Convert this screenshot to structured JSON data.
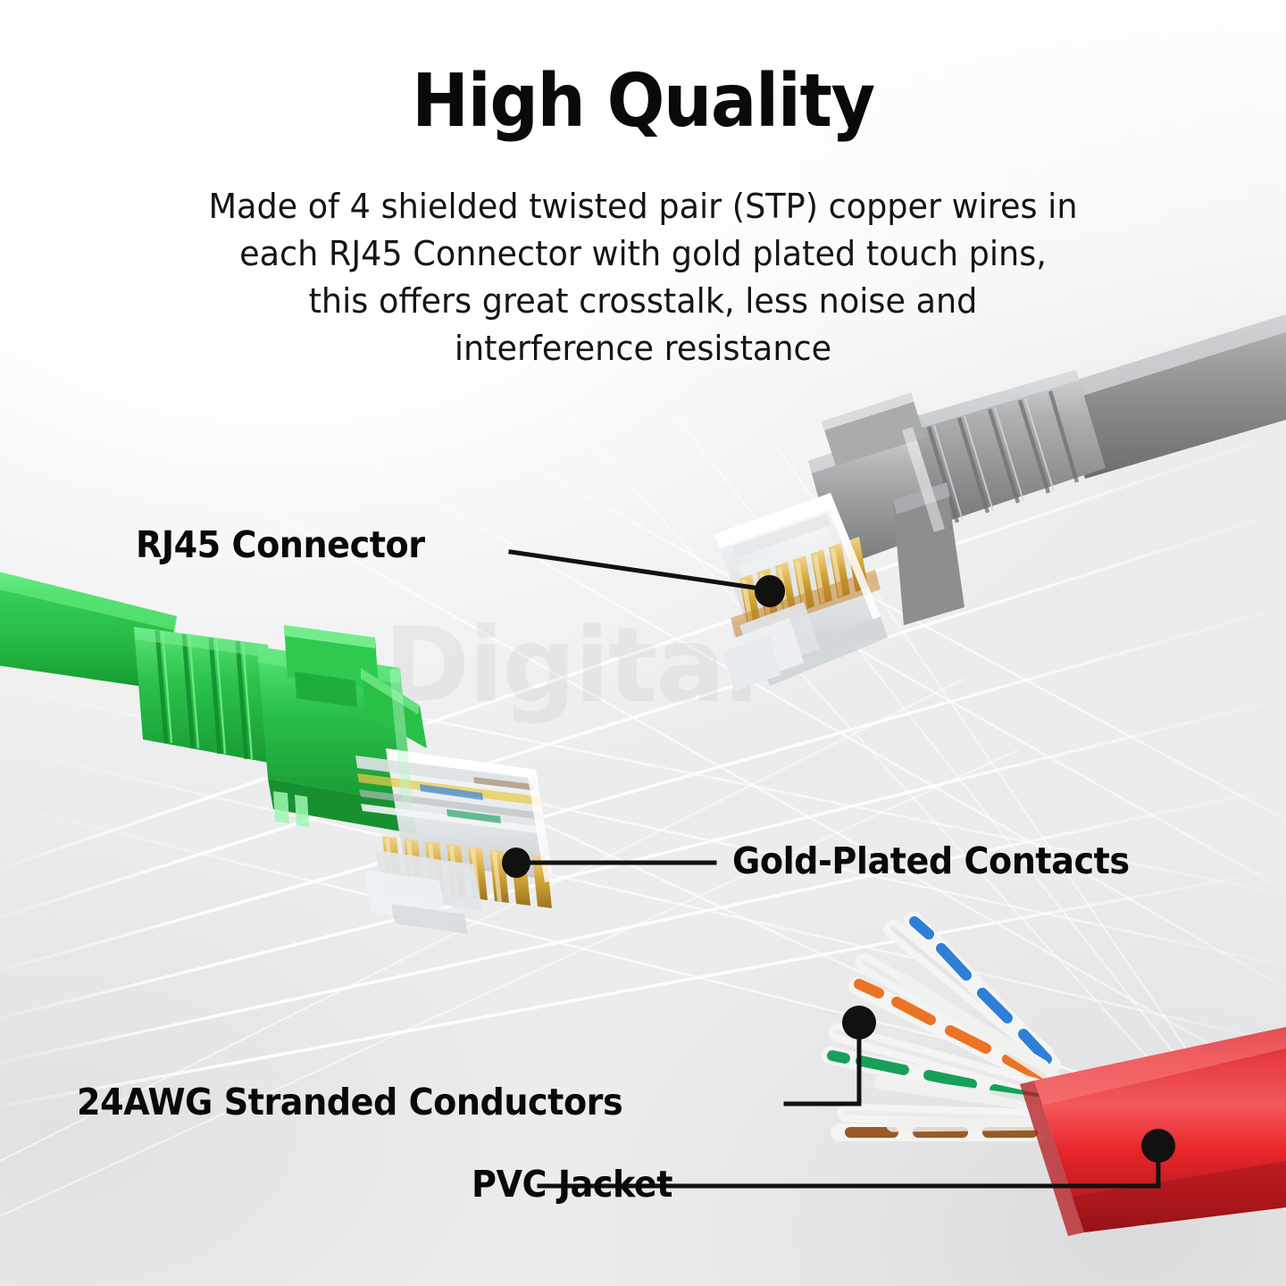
{
  "header": {
    "title": "High Quality",
    "description": [
      "Made of 4 shielded twisted pair (STP) copper wires in",
      "each RJ45 Connector with gold plated touch pins,",
      "this offers great crosstalk, less noise and",
      "interference resistance"
    ]
  },
  "watermark": {
    "text": "Digital"
  },
  "callouts": [
    {
      "id": "rj45",
      "label": "RJ45 Connector"
    },
    {
      "id": "gold",
      "label": "Gold-Plated Contacts"
    },
    {
      "id": "awg",
      "label": "24AWG Stranded Conductors"
    },
    {
      "id": "pvc",
      "label": "PVC Jacket"
    }
  ],
  "colors": {
    "background_light": "#fbfbfc",
    "background_gray": "#e4e4e6",
    "text": "#090909",
    "leader_line": "#111111",
    "cable_gray": "#8a8c8e",
    "cable_gray_light": "#b9bbbd",
    "cable_gray_dark": "#6d6f71",
    "cable_green": "#2ac24a",
    "cable_green_light": "#4ade6a",
    "cable_green_dark": "#1d9c38",
    "cable_red": "#e8252a",
    "cable_red_light": "#f8565a",
    "cable_red_dark": "#a8181c",
    "connector_clear": "#e9ecef",
    "gold_contact": "#d6a83c",
    "pair_blue": "#2f7fd6",
    "pair_orange": "#ec7226",
    "pair_green": "#17a05a",
    "pair_brown": "#9a5a27",
    "pair_white": "#f2f2f0"
  },
  "cable_pairs": [
    {
      "name": "blue-pair",
      "color": "#2f7fd6"
    },
    {
      "name": "orange-pair",
      "color": "#ec7226"
    },
    {
      "name": "green-pair",
      "color": "#17a05a"
    },
    {
      "name": "brown-pair",
      "color": "#9a5a27"
    }
  ]
}
